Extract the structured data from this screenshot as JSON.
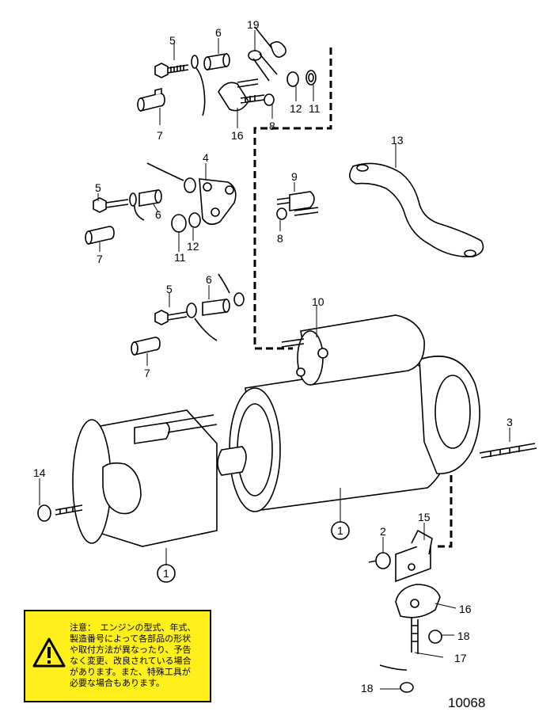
{
  "callouts": {
    "c19": "19",
    "c5a": "5",
    "c6a": "6",
    "c7a": "7",
    "c16a": "16",
    "c8a": "8",
    "c12a": "12",
    "c11a": "11",
    "c4": "4",
    "c5b": "5",
    "c6b": "6",
    "c7b": "7",
    "c9": "9",
    "c8b": "8",
    "c12b": "12",
    "c11b": "11",
    "c13": "13",
    "c5c": "5",
    "c6c": "6",
    "c7c": "7",
    "c10": "10",
    "c3": "3",
    "c14": "14",
    "c1a": "1",
    "c1b": "1",
    "c2": "2",
    "c15": "15",
    "c16b": "16",
    "c18a": "18",
    "c17": "17",
    "c18b": "18"
  },
  "notice": {
    "text": "注意：　エンジンの型式、年式、\n製造番号によって各部品の形状\nや取付方法が異なったり、予告\nなく変更、改良されている場合\nがあります。また、特殊工具が\n必要な場合もあります。",
    "icon": "warning-triangle-icon",
    "background": "#ffef1a"
  },
  "figure_number": "10068"
}
